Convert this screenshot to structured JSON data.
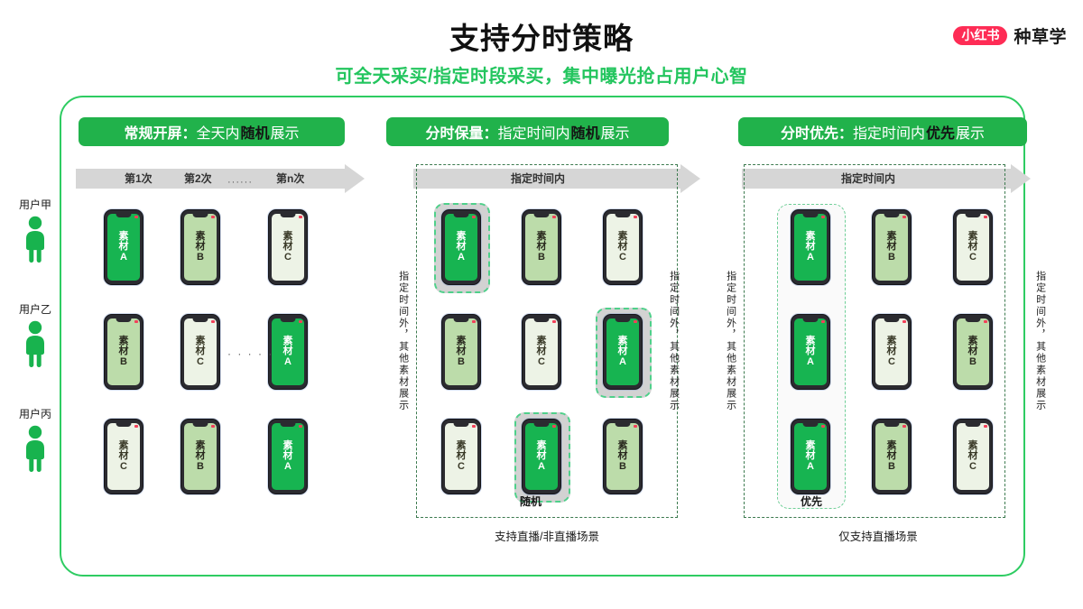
{
  "header": {
    "title": "支持分时策略",
    "subtitle": "可全天采买/指定时段采买，集中曝光抢占用户心智",
    "brand_badge": "小红书",
    "brand_name": "种草学"
  },
  "users": [
    {
      "label": "用户甲",
      "icon": "person-icon"
    },
    {
      "label": "用户乙",
      "icon": "person-icon"
    },
    {
      "label": "用户丙",
      "icon": "person-icon"
    }
  ],
  "sections": [
    {
      "id": "regular-splash",
      "pill": {
        "lead": "常规开屏：",
        "mid": "全天内",
        "highlight": "随机",
        "tail": "展示"
      },
      "arrow": {
        "labels": [
          "第1次",
          "第2次",
          "第n次"
        ],
        "dots": "······"
      },
      "grid": [
        [
          "A",
          "B",
          "C"
        ],
        [
          "B",
          "C",
          "A"
        ],
        [
          "C",
          "B",
          "A"
        ]
      ],
      "highlights": [],
      "row_dots": "· · · · ·",
      "caption": "",
      "footer": ""
    },
    {
      "id": "timeslot-guaranteed",
      "pill": {
        "lead": "分时保量：",
        "mid": "指定时间内",
        "highlight": "随机",
        "tail": "展示"
      },
      "arrow": {
        "label": "指定时间内"
      },
      "grid": [
        [
          "A",
          "B",
          "C"
        ],
        [
          "B",
          "C",
          "A"
        ],
        [
          "C",
          "A",
          "B"
        ]
      ],
      "highlights": [
        [
          0,
          0
        ],
        [
          1,
          2
        ],
        [
          2,
          1
        ]
      ],
      "left_vtext": "指定时间外，其他素材展示",
      "right_vtext": "指定时间外，其他素材展示",
      "caption": "随机",
      "footer": "支持直播/非直播场景"
    },
    {
      "id": "timeslot-priority",
      "pill": {
        "lead": "分时优先：",
        "mid": "指定时间内",
        "highlight": "优先",
        "tail": "展示"
      },
      "arrow": {
        "label": "指定时间内"
      },
      "grid": [
        [
          "A",
          "B",
          "C"
        ],
        [
          "A",
          "C",
          "B"
        ],
        [
          "A",
          "B",
          "C"
        ]
      ],
      "highlight_column": 0,
      "left_vtext": "指定时间外，其他素材展示",
      "right_vtext": "指定时间外，其他素材展示",
      "caption": "优先",
      "footer": "仅支持直播场景"
    }
  ],
  "material_labels": {
    "prefix_line1": "素",
    "prefix_line2": "材",
    "A": "A",
    "B": "B",
    "C": "C"
  },
  "colors": {
    "brand_red": "#fe2c55",
    "accent_green": "#23c55e",
    "pill_green": "#21b24b",
    "material_a_bg": "#17b451",
    "material_b_bg": "#bcdcaa",
    "material_c_bg": "#edf3e6",
    "arrow_gray": "#d6d6d6",
    "frame_border": "#2ecc62"
  }
}
